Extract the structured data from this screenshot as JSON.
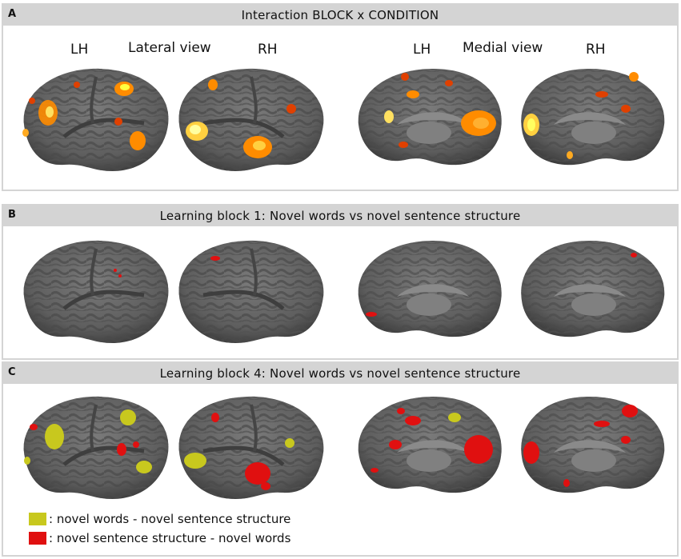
{
  "panels": [
    {
      "letter": "A",
      "title": "Interaction BLOCK x CONDITION"
    },
    {
      "letter": "B",
      "title": "Learning block 1: Novel words vs novel sentence structure"
    },
    {
      "letter": "C",
      "title": "Learning block 4: Novel words vs novel sentence structure"
    }
  ],
  "view_labels": {
    "lh_lateral": "LH",
    "lateral": "Lateral view",
    "rh_lateral": "RH",
    "lh_medial": "LH",
    "medial": "Medial view",
    "rh_medial": "RH"
  },
  "legend": [
    {
      "label": ": novel words - novel sentence structure",
      "color": "#c8c81e"
    },
    {
      "label": ": novel sentence structure - novel words",
      "color": "#e01010"
    }
  ],
  "colors": {
    "cortex": "#6e6e6e",
    "sulci": "#4e4e4e",
    "header": "#d4d4d4",
    "activation_hot": "#ff8c00",
    "activation_core": "#ffff40",
    "yellow": "#c8c81e",
    "red": "#e01010"
  }
}
